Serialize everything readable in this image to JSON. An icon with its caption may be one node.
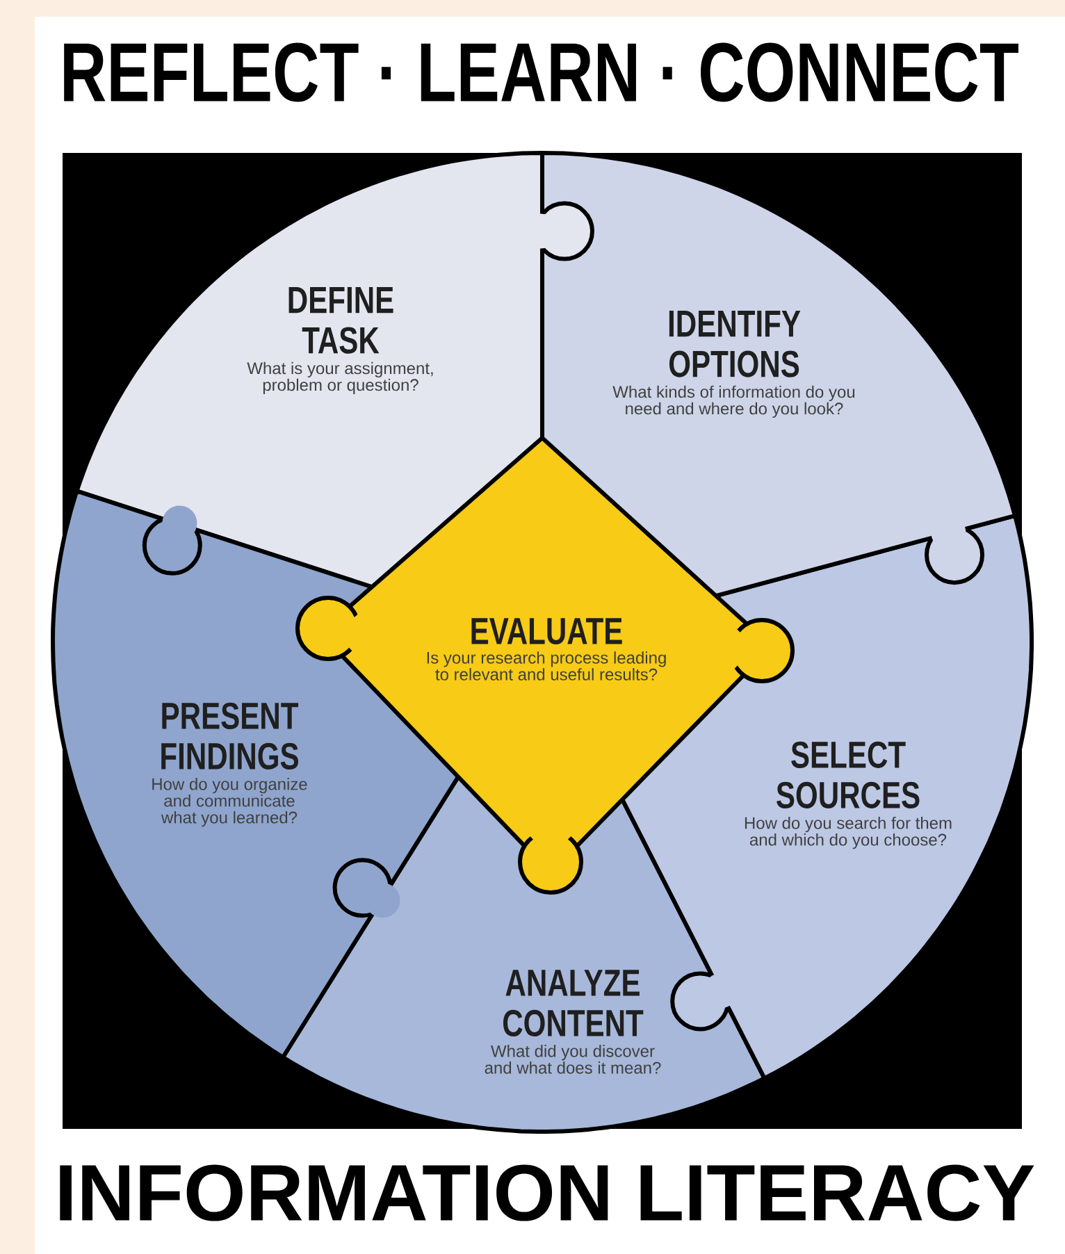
{
  "diagram": {
    "title": "REFLECT · LEARN · CONNECT",
    "caption": "INFORMATION LITERACY",
    "nodes": [
      {
        "text": [
          "DEFINE TASK",
          "What is your assignment, problem or question?"
        ]
      },
      {
        "text": [
          "IDENTIFY OPTIONS",
          "What kinds of information do you need and where do you look?"
        ]
      },
      {
        "text": [
          "EVALUATE",
          "Is your research process leading to relevant and useful results?"
        ]
      },
      {
        "text": [
          "PRESENT FINDINGS",
          "How do you organize and communicate what you learned?"
        ]
      },
      {
        "text": [
          "SELECT SOURCES",
          "How do you search for them and which do you choose?"
        ]
      },
      {
        "text": [
          "ANALYZE CONTENT",
          "What did you discover and what does it mean?"
        ]
      }
    ]
  }
}
